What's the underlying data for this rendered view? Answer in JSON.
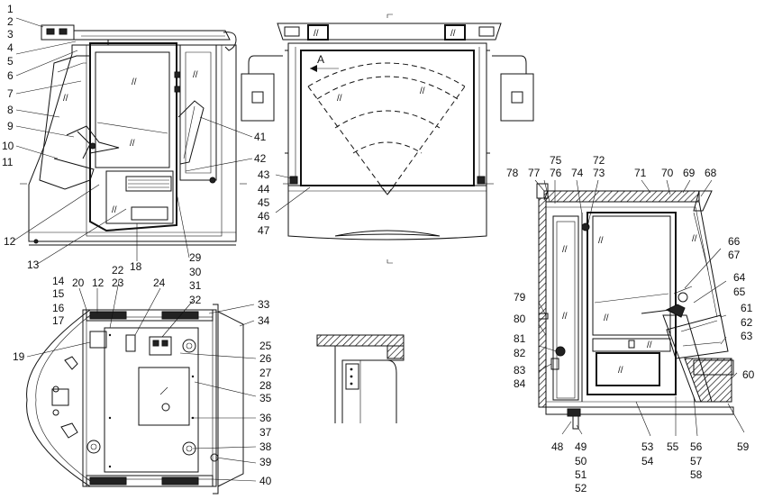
{
  "figure": {
    "view_label": "A",
    "glass_mark": "//",
    "callouts_left": [
      "1",
      "2",
      "3",
      "4",
      "5",
      "6",
      "7",
      "8",
      "9",
      "10",
      "11",
      "12",
      "13",
      "14",
      "15",
      "16",
      "17",
      "18",
      "29",
      "30",
      "31",
      "32",
      "41",
      "42"
    ],
    "callouts_center": [
      "43",
      "44",
      "45",
      "46",
      "47"
    ],
    "callouts_plan": [
      "19",
      "20",
      "12",
      "22",
      "23",
      "24",
      "25",
      "26",
      "27",
      "28",
      "33",
      "34",
      "35",
      "36",
      "37",
      "38",
      "39",
      "40"
    ],
    "callouts_right": [
      "48",
      "49",
      "50",
      "51",
      "52",
      "53",
      "54",
      "55",
      "56",
      "57",
      "58",
      "59",
      "60",
      "61",
      "62",
      "63",
      "64",
      "65",
      "66",
      "67",
      "68",
      "69",
      "70",
      "71",
      "72",
      "73",
      "74",
      "75",
      "76",
      "77",
      "78",
      "79",
      "80",
      "81",
      "82",
      "83",
      "84"
    ]
  }
}
